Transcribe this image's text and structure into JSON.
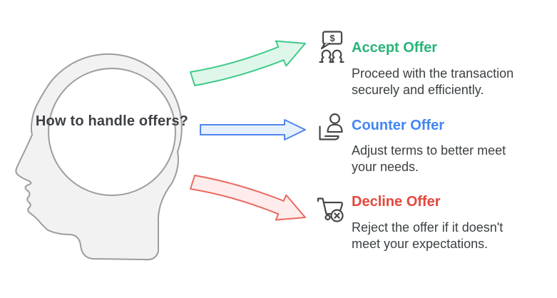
{
  "figure": {
    "central_question": "How to handle offers?",
    "head": {
      "fill": "#f2f2f3",
      "stroke": "#9d9da1"
    },
    "icon_color": "#474747",
    "question_text_color": "#3d4045",
    "body_text_color": "#3c4043",
    "options": [
      {
        "title": "Accept Offer",
        "title_color": "#27b576",
        "description": "Proceed with the transaction\nsecurely and efficiently.",
        "icon": "deal-dollar-people-icon",
        "icon_glyph": "$",
        "arrow": {
          "direction": "curved-up-right",
          "stroke": "#3fca88",
          "fill": "#def7ea"
        }
      },
      {
        "title": "Counter Offer",
        "title_color": "#4285f4",
        "description": "Adjust terms to better meet\nyour needs.",
        "icon": "hand-presenting-person-icon",
        "arrow": {
          "direction": "straight-right",
          "stroke": "#4f86ec",
          "fill": "#e7f0fd"
        }
      },
      {
        "title": "Decline Offer",
        "title_color": "#e5473d",
        "description": "Reject the offer if it doesn't\nmeet your expectations.",
        "icon": "cart-x-icon",
        "arrow": {
          "direction": "curved-down-right",
          "stroke": "#e96a61",
          "fill": "#fdeceb"
        }
      }
    ]
  }
}
